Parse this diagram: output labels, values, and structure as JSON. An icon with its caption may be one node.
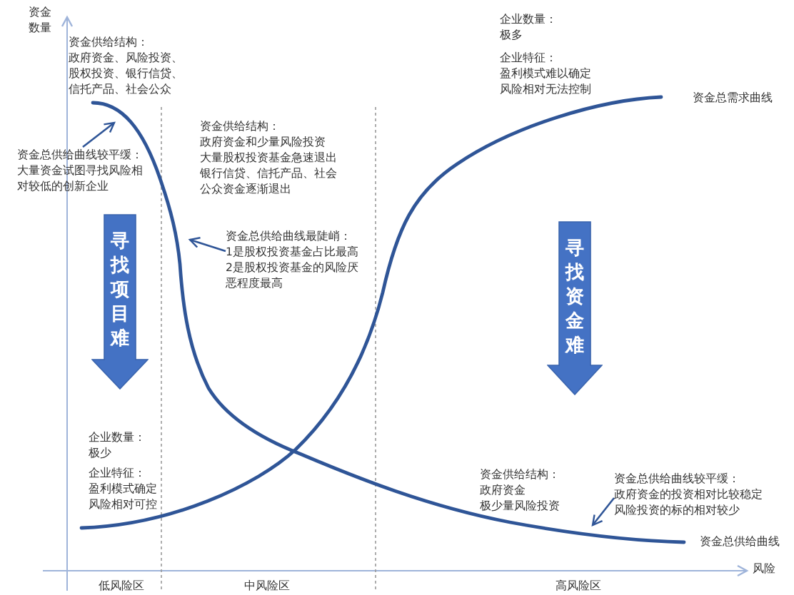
{
  "diagram": {
    "nodes": [
      {
        "text": [
          "资金总供给曲线较平缓：",
          "大量资金试图寻找风险相对较低的创新企业"
        ]
      },
      {
        "text": [
          "寻找项目难"
        ]
      },
      {
        "text": [
          "资金总供给曲线最陡峭：",
          "1是股权投资基金占比最高",
          "2是股权投资基金的风险厌恶程度最高"
        ]
      },
      {
        "text": [
          "寻找资金难"
        ]
      },
      {
        "text": [
          "资金总供给曲线较平缓：",
          "政府资金的投资相对比较稳定",
          "风险投资的标的相对较少"
        ]
      }
    ],
    "edges": [
      {
        "from": 0,
        "to": null,
        "arrow": "to"
      },
      {
        "from": 2,
        "to": null,
        "arrow": "to"
      },
      {
        "from": 4,
        "to": null,
        "arrow": "to"
      }
    ],
    "labels": [
      "资金数量",
      "企业数量：",
      "极多",
      "企业特征：",
      "盈利模式难以确定",
      "风险相对无法控制",
      "资金供给结构：",
      "政府资金、风险投资、股权投资、银行信贷、信托产品、社会公众",
      "资金总需求曲线",
      "资金供给结构：",
      "政府资金和少量风险投资",
      "大量股权投资基金急速退出",
      "银行信贷、信托产品、社会公众资金逐渐退出",
      "企业数量：",
      "极少",
      "企业特征：",
      "盈利模式确定",
      "风险相对可控",
      "资金供给结构：",
      "政府资金",
      "极少量风险投资",
      "资金总供给曲线",
      "风险",
      "低风险区",
      "中风险区",
      "高风险区"
    ]
  }
}
